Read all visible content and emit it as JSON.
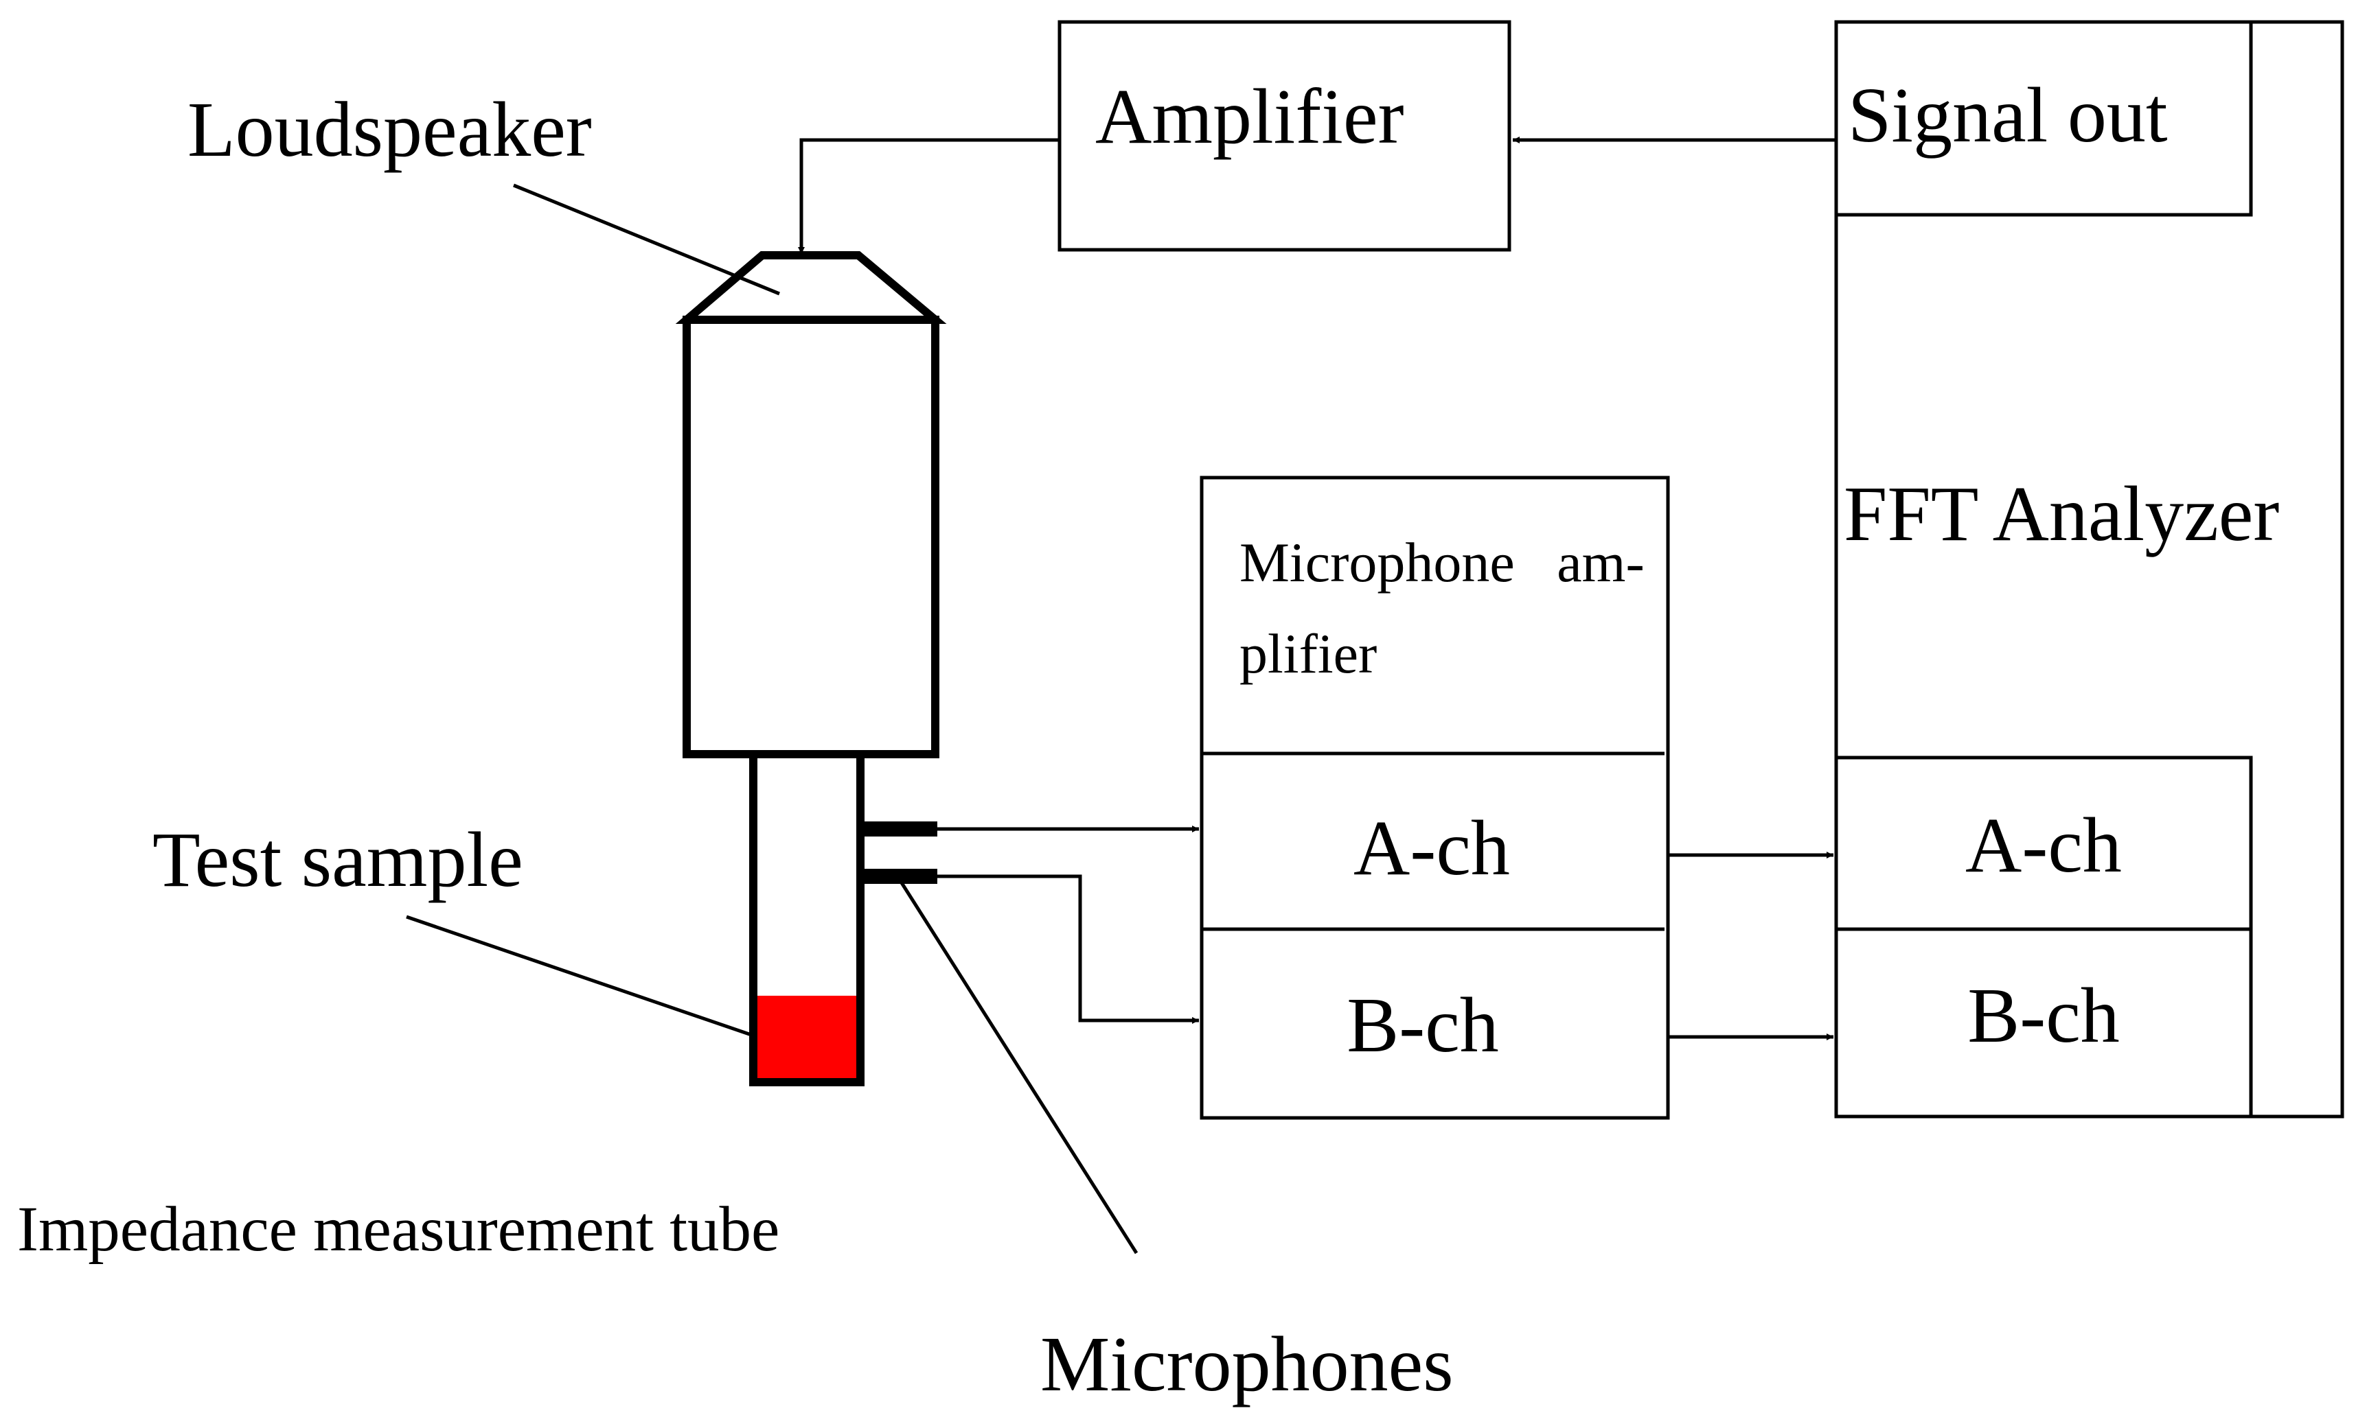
{
  "labels": {
    "loudspeaker": "Loudspeaker",
    "amplifier": "Amplifier",
    "signal_out": "Signal out",
    "fft_analyzer": "FFT Analyzer",
    "mic_amp_line1": "Microphone   am-",
    "mic_amp_line2": "plifier",
    "mic_amp_a_ch": "A-ch",
    "mic_amp_b_ch": "B-ch",
    "fft_a_ch": "A-ch",
    "fft_b_ch": "B-ch",
    "test_sample": "Test sample",
    "tube": "Impedance measurement tube",
    "microphones": "Microphones"
  },
  "colors": {
    "stroke": "#000000",
    "sample_fill": "#ff0000",
    "background": "#ffffff"
  }
}
